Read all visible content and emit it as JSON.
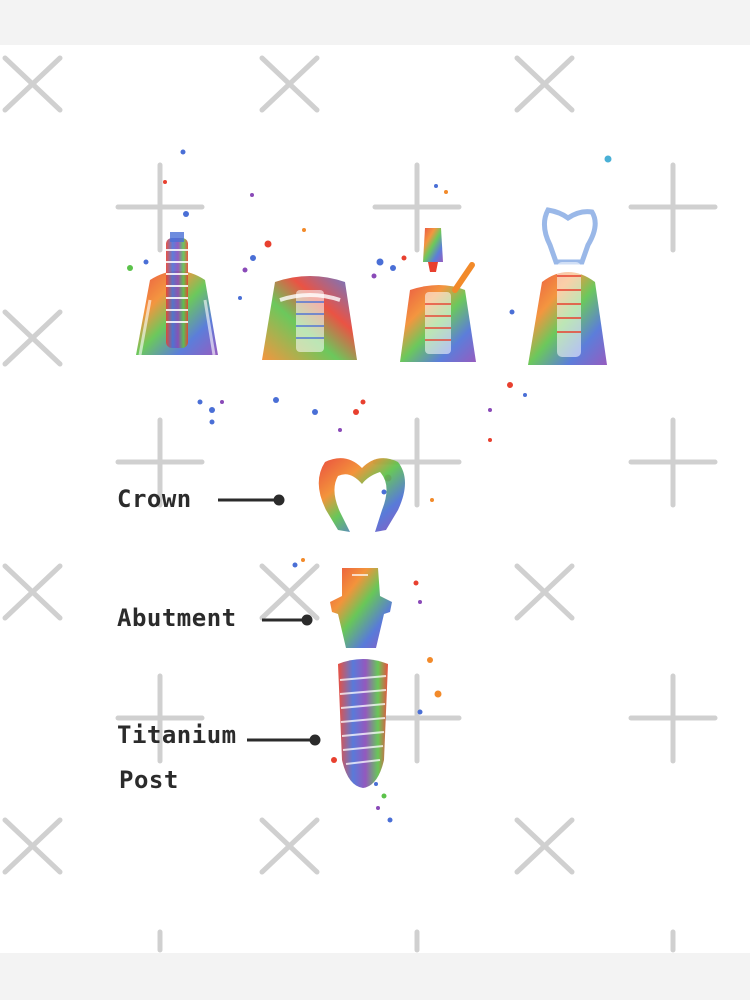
{
  "labels": {
    "crown": "Crown",
    "abutment": "Abutment",
    "post_line1": "Titanium",
    "post_line2": "Post"
  },
  "colors": {
    "red": "#e8402f",
    "orange": "#f28a2a",
    "green": "#5bc24a",
    "blue": "#4a6fd6",
    "purple": "#8a4ab8",
    "grey_watermark": "#c8c8c8",
    "label": "#2b2b2b"
  }
}
